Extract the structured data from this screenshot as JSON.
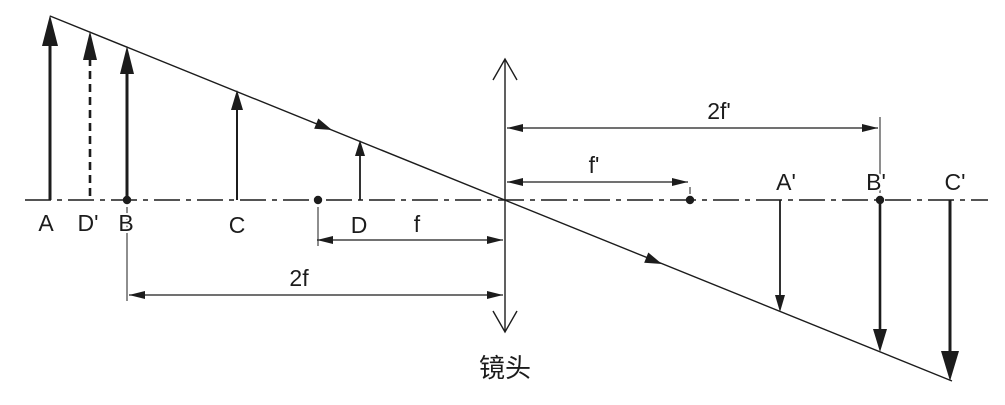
{
  "figure": {
    "type": "optics-lens-imaging-diagram",
    "ink_color": "#1c1c1c",
    "background_color": "#ffffff",
    "lens_caption": "镜头",
    "object_arrows": [
      {
        "label": "A",
        "style": "solid"
      },
      {
        "label": "D'",
        "style": "dashed"
      },
      {
        "label": "B",
        "style": "solid"
      },
      {
        "label": "C",
        "style": "solid"
      },
      {
        "label": "D",
        "style": "solid"
      }
    ],
    "image_arrows": [
      {
        "label": "A'"
      },
      {
        "label": "B'"
      },
      {
        "label": "C'"
      }
    ],
    "distance_markers": [
      {
        "label": "f",
        "side": "object"
      },
      {
        "label": "2f",
        "side": "object"
      },
      {
        "label": "f'",
        "side": "image"
      },
      {
        "label": "2f'",
        "side": "image"
      }
    ]
  }
}
